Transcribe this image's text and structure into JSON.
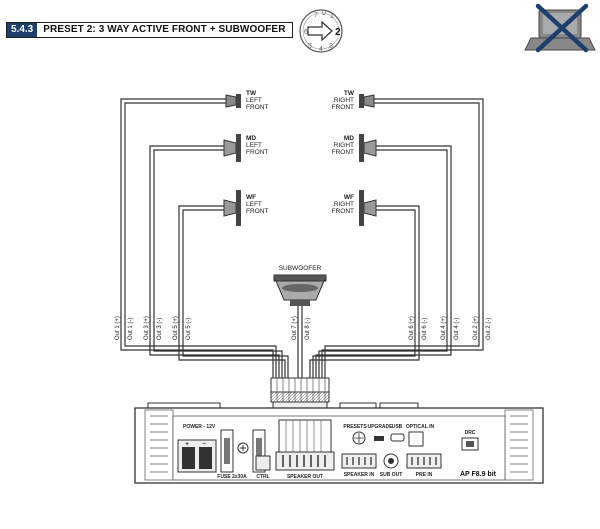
{
  "header": {
    "number": "5.4.3",
    "title": "PRESET 2: 3 WAY ACTIVE FRONT + SUBWOOFER"
  },
  "preset_dial": {
    "digits": [
      "7",
      "0",
      "1",
      "6",
      "2",
      "5",
      "4",
      "3"
    ],
    "selected": "2"
  },
  "speakers": {
    "tw_left": [
      "TW",
      "LEFT",
      "FRONT"
    ],
    "md_left": [
      "MD",
      "LEFT",
      "FRONT"
    ],
    "wf_left": [
      "WF",
      "LEFT",
      "FRONT"
    ],
    "tw_right": [
      "TW",
      "RIGHT",
      "FRONT"
    ],
    "md_right": [
      "MD",
      "RIGHT",
      "FRONT"
    ],
    "wf_right": [
      "WF",
      "RIGHT",
      "FRONT"
    ],
    "subwoofer": "SUBWOOFER"
  },
  "outputs": [
    "Out 1 (+)",
    "Out 1 (-)",
    "Out 3 (+)",
    "Out 3 (-)",
    "Out 5 (+)",
    "Out 5 (-)",
    "Out 7 (+)",
    "Out 8 (-)",
    "Out 6 (+)",
    "Out 6 (-)",
    "Out 4 (+)",
    "Out 4 (-)",
    "Out 2 (+)",
    "Out 2 (-)"
  ],
  "amp": {
    "power": "POWER - 12V",
    "fuse": "FUSE 2x30A",
    "ctrl": "CTRL",
    "speaker_out": "SPEAKER OUT",
    "presets": "PRESETS",
    "upgrade": "UPGRADE",
    "usb": "USB",
    "optical_in": "OPTICAL IN",
    "speaker_in": "SPEAKER IN",
    "sub_out": "SUB OUT",
    "pre_in": "PRE IN",
    "drc": "DRC",
    "model": "AP F8.9 bit"
  }
}
